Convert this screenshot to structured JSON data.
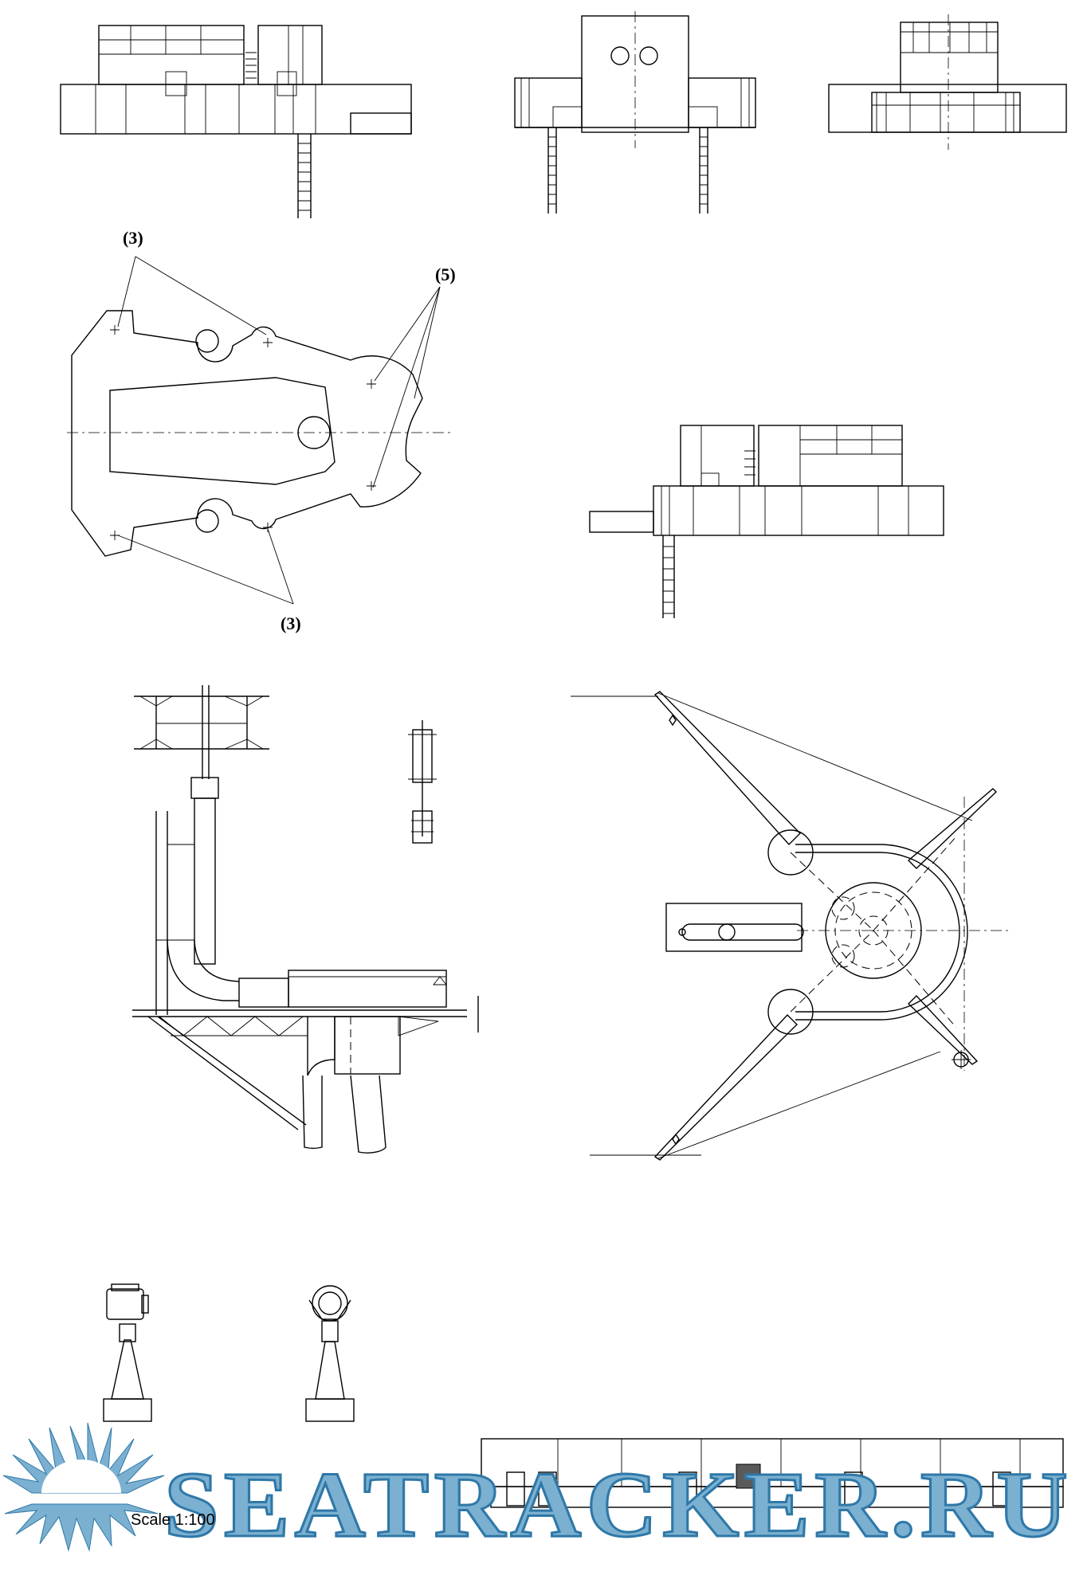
{
  "callouts": {
    "top_left": "(3)",
    "top_right": "(5)",
    "bottom": "(3)"
  },
  "scale_label": "Scale 1:100",
  "watermark": {
    "text": "SEATRACKER.RU",
    "color": "#7bb0d0",
    "outline_color": "#2f78a8",
    "emblem": "sun-logo-icon"
  }
}
